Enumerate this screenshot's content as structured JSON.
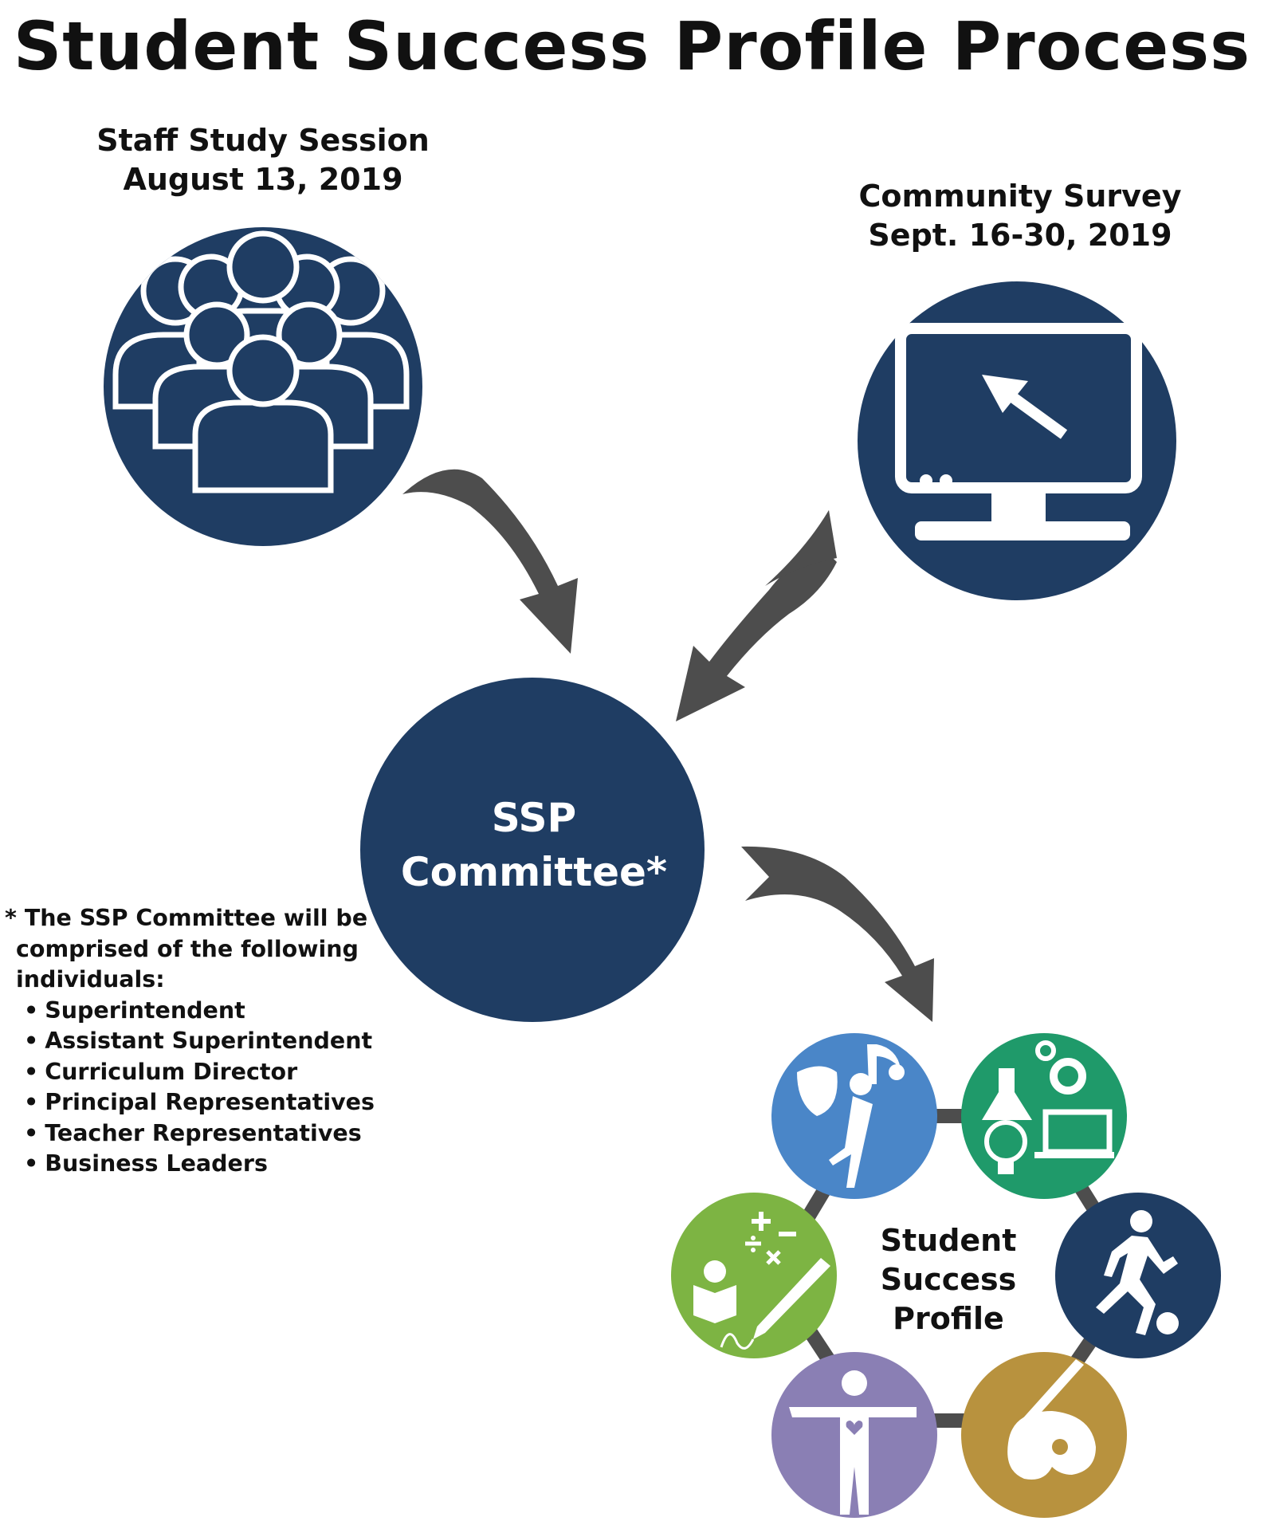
{
  "title": "Student Success Profile Process",
  "staff_session": {
    "line1": "Staff Study Session",
    "line2": "August 13, 2019",
    "icon": "group-of-people-icon"
  },
  "community_survey": {
    "line1": "Community Survey",
    "line2": "Sept. 16-30, 2019",
    "icon": "computer-monitor-icon"
  },
  "committee": {
    "line1": "SSP",
    "line2": "Committee*"
  },
  "note": {
    "line1": "* The SSP Committee will be",
    "line2": "comprised of the following",
    "line3": "individuals:",
    "members": [
      "Superintendent",
      "Assistant Superintendent",
      "Curriculum Director",
      "Principal Representatives",
      "Teacher Representatives",
      "Business Leaders"
    ]
  },
  "profile": {
    "line1": "Student",
    "line2": "Success",
    "line3": "Profile",
    "segments": [
      {
        "icon": "performing-arts-icon",
        "color": "#4a86c8"
      },
      {
        "icon": "science-technology-icon",
        "color": "#1f9a6a"
      },
      {
        "icon": "athletics-icon",
        "color": "#1f3d63"
      },
      {
        "icon": "visual-arts-icon",
        "color": "#b8923e"
      },
      {
        "icon": "wellness-icon",
        "color": "#8a7fb4"
      },
      {
        "icon": "academics-icon",
        "color": "#7db443"
      }
    ]
  },
  "colors": {
    "navy": "#1f3d63",
    "arrow": "#4d4d4d"
  }
}
